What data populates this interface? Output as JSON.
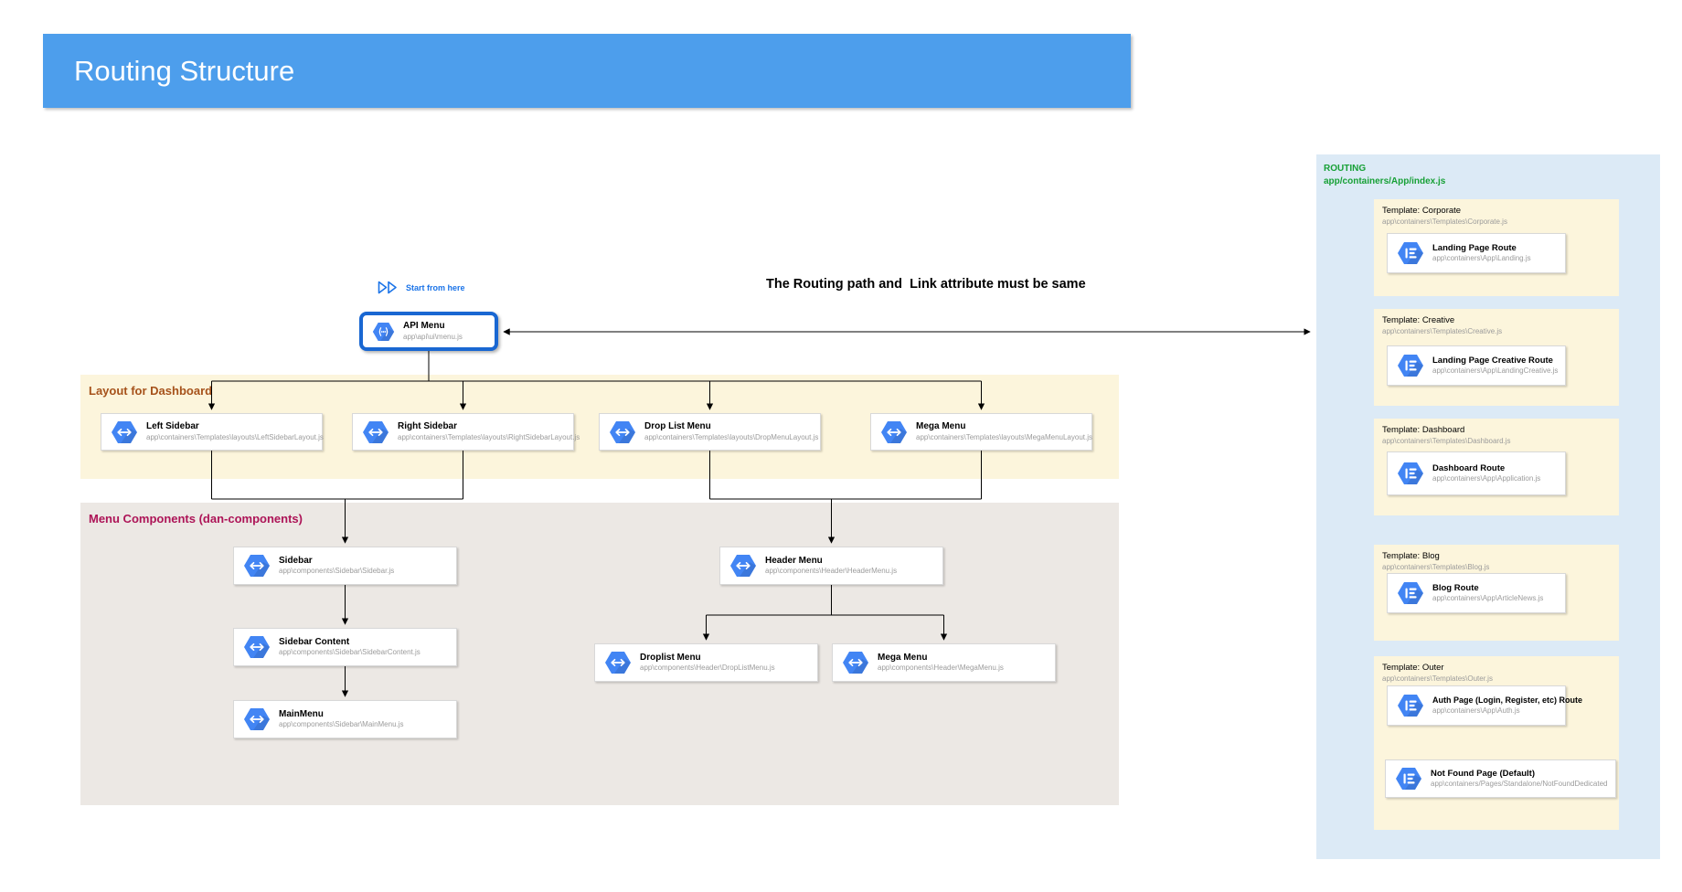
{
  "header": {
    "title": "Routing Structure"
  },
  "annotations": {
    "start_label": "Start from here",
    "note": "The Routing path and  Link attribute must be same"
  },
  "api_node": {
    "title": "API Menu",
    "path": "app\\api\\ui\\menu.js"
  },
  "layout_section": {
    "label": "Layout for Dashboard",
    "nodes": [
      {
        "title": "Left Sidebar",
        "path": "app\\containers\\Templates\\layouts\\LeftSidebarLayout.js"
      },
      {
        "title": "Right Sidebar",
        "path": "app\\containers\\Templates\\layouts\\RightSidebarLayout.js"
      },
      {
        "title": "Drop List Menu",
        "path": "app\\containers\\Templates\\layouts\\DropMenuLayout.js"
      },
      {
        "title": "Mega Menu",
        "path": "app\\containers\\Templates\\layouts\\MegaMenuLayout.js"
      }
    ]
  },
  "components_section": {
    "label": "Menu Components (dan-components)",
    "nodes": [
      {
        "title": "Sidebar",
        "path": "app\\components\\Sidebar\\Sidebar.js"
      },
      {
        "title": "Sidebar Content",
        "path": "app\\components\\Sidebar\\SidebarContent.js"
      },
      {
        "title": "MainMenu",
        "path": "app\\components\\Sidebar\\MainMenu.js"
      },
      {
        "title": "Header Menu",
        "path": "app\\components\\Header\\HeaderMenu.js"
      },
      {
        "title": "Droplist Menu",
        "path": "app\\components\\Header\\DropListMenu.js"
      },
      {
        "title": "Mega Menu",
        "path": "app\\components\\Header\\MegaMenu.js"
      }
    ]
  },
  "routing_panel": {
    "title": "ROUTING",
    "subtitle": "app/containers/App/index.js",
    "templates": [
      {
        "title": "Template: Corporate",
        "path": "app\\containers\\Templates\\Corporate.js",
        "routes": [
          {
            "title": "Landing Page Route",
            "path": "app\\containers\\App\\Landing.js"
          }
        ]
      },
      {
        "title": "Template: Creative",
        "path": "app\\containers\\Templates\\Creative.js",
        "routes": [
          {
            "title": "Landing Page Creative Route",
            "path": "app\\containers\\App\\LandingCreative.js"
          }
        ]
      },
      {
        "title": "Template: Dashboard",
        "path": "app\\containers\\Templates\\Dashboard.js",
        "routes": [
          {
            "title": "Dashboard Route",
            "path": "app\\containers\\App\\Application.js"
          }
        ]
      },
      {
        "title": "Template: Blog",
        "path": "app\\containers\\Templates\\Blog.js",
        "routes": [
          {
            "title": "Blog Route",
            "path": "app\\containers\\App\\ArticleNews.js"
          }
        ]
      },
      {
        "title": "Template: Outer",
        "path": "app\\containers\\Templates\\Outer.js",
        "routes": [
          {
            "title": "Auth Page (Login, Register, etc) Route",
            "path": "app\\containers\\App\\Auth.js"
          },
          {
            "title": "Not Found Page (Default)",
            "path": "app\\containers/Pages/Standalone/NotFoundDedicated"
          }
        ]
      }
    ]
  },
  "colors": {
    "title_bar": "#4D9EEC",
    "panel_blue": "#DCEAF6",
    "section_cream": "#FCF5DC",
    "section_gray": "#ECE8E4",
    "accent_blue": "#1A73E8",
    "api_border": "#1967D2",
    "hexagon_blue": "#4285F4",
    "routing_green": "#17A036",
    "layout_brown": "#A6521B",
    "components_magenta": "#AD1457"
  }
}
